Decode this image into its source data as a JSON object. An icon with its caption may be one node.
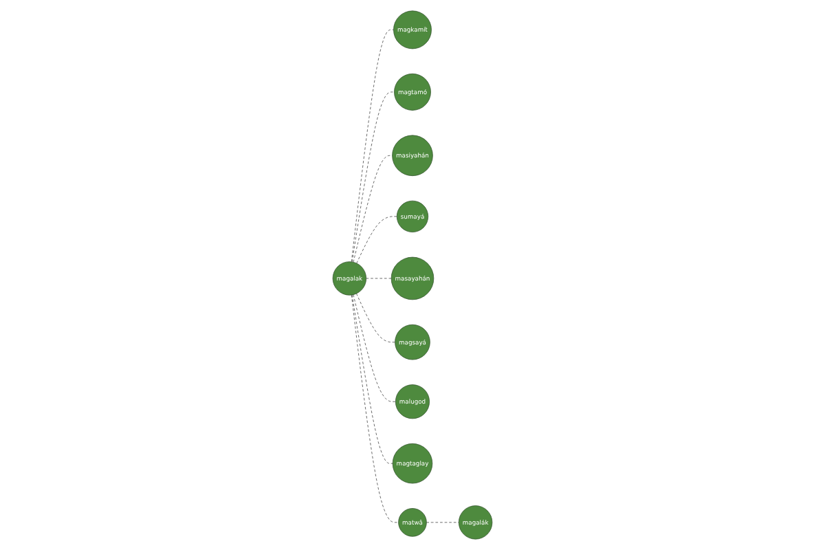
{
  "diagram": {
    "nodes": [
      {
        "text": [
          "magalak"
        ]
      },
      {
        "text": [
          "magkamít"
        ]
      },
      {
        "text": [
          "magtamó"
        ]
      },
      {
        "text": [
          "masiyahán"
        ]
      },
      {
        "text": [
          "sumayá"
        ]
      },
      {
        "text": [
          "masayahán"
        ]
      },
      {
        "text": [
          "magsayá"
        ]
      },
      {
        "text": [
          "malugod"
        ]
      },
      {
        "text": [
          "magtaglay"
        ]
      },
      {
        "text": [
          "matwâ"
        ]
      },
      {
        "text": [
          "magalák"
        ]
      }
    ],
    "edges": [
      {
        "from": 0,
        "to": 1,
        "arrow": "none",
        "style": "dashed"
      },
      {
        "from": 0,
        "to": 2,
        "arrow": "none",
        "style": "dashed"
      },
      {
        "from": 0,
        "to": 3,
        "arrow": "none",
        "style": "dashed"
      },
      {
        "from": 0,
        "to": 4,
        "arrow": "none",
        "style": "dashed"
      },
      {
        "from": 0,
        "to": 5,
        "arrow": "none",
        "style": "dashed"
      },
      {
        "from": 0,
        "to": 6,
        "arrow": "none",
        "style": "dashed"
      },
      {
        "from": 0,
        "to": 7,
        "arrow": "none",
        "style": "dashed"
      },
      {
        "from": 0,
        "to": 8,
        "arrow": "none",
        "style": "dashed"
      },
      {
        "from": 0,
        "to": 9,
        "arrow": "none",
        "style": "dashed"
      },
      {
        "from": 9,
        "to": 10,
        "arrow": "none",
        "style": "dashed"
      }
    ]
  }
}
